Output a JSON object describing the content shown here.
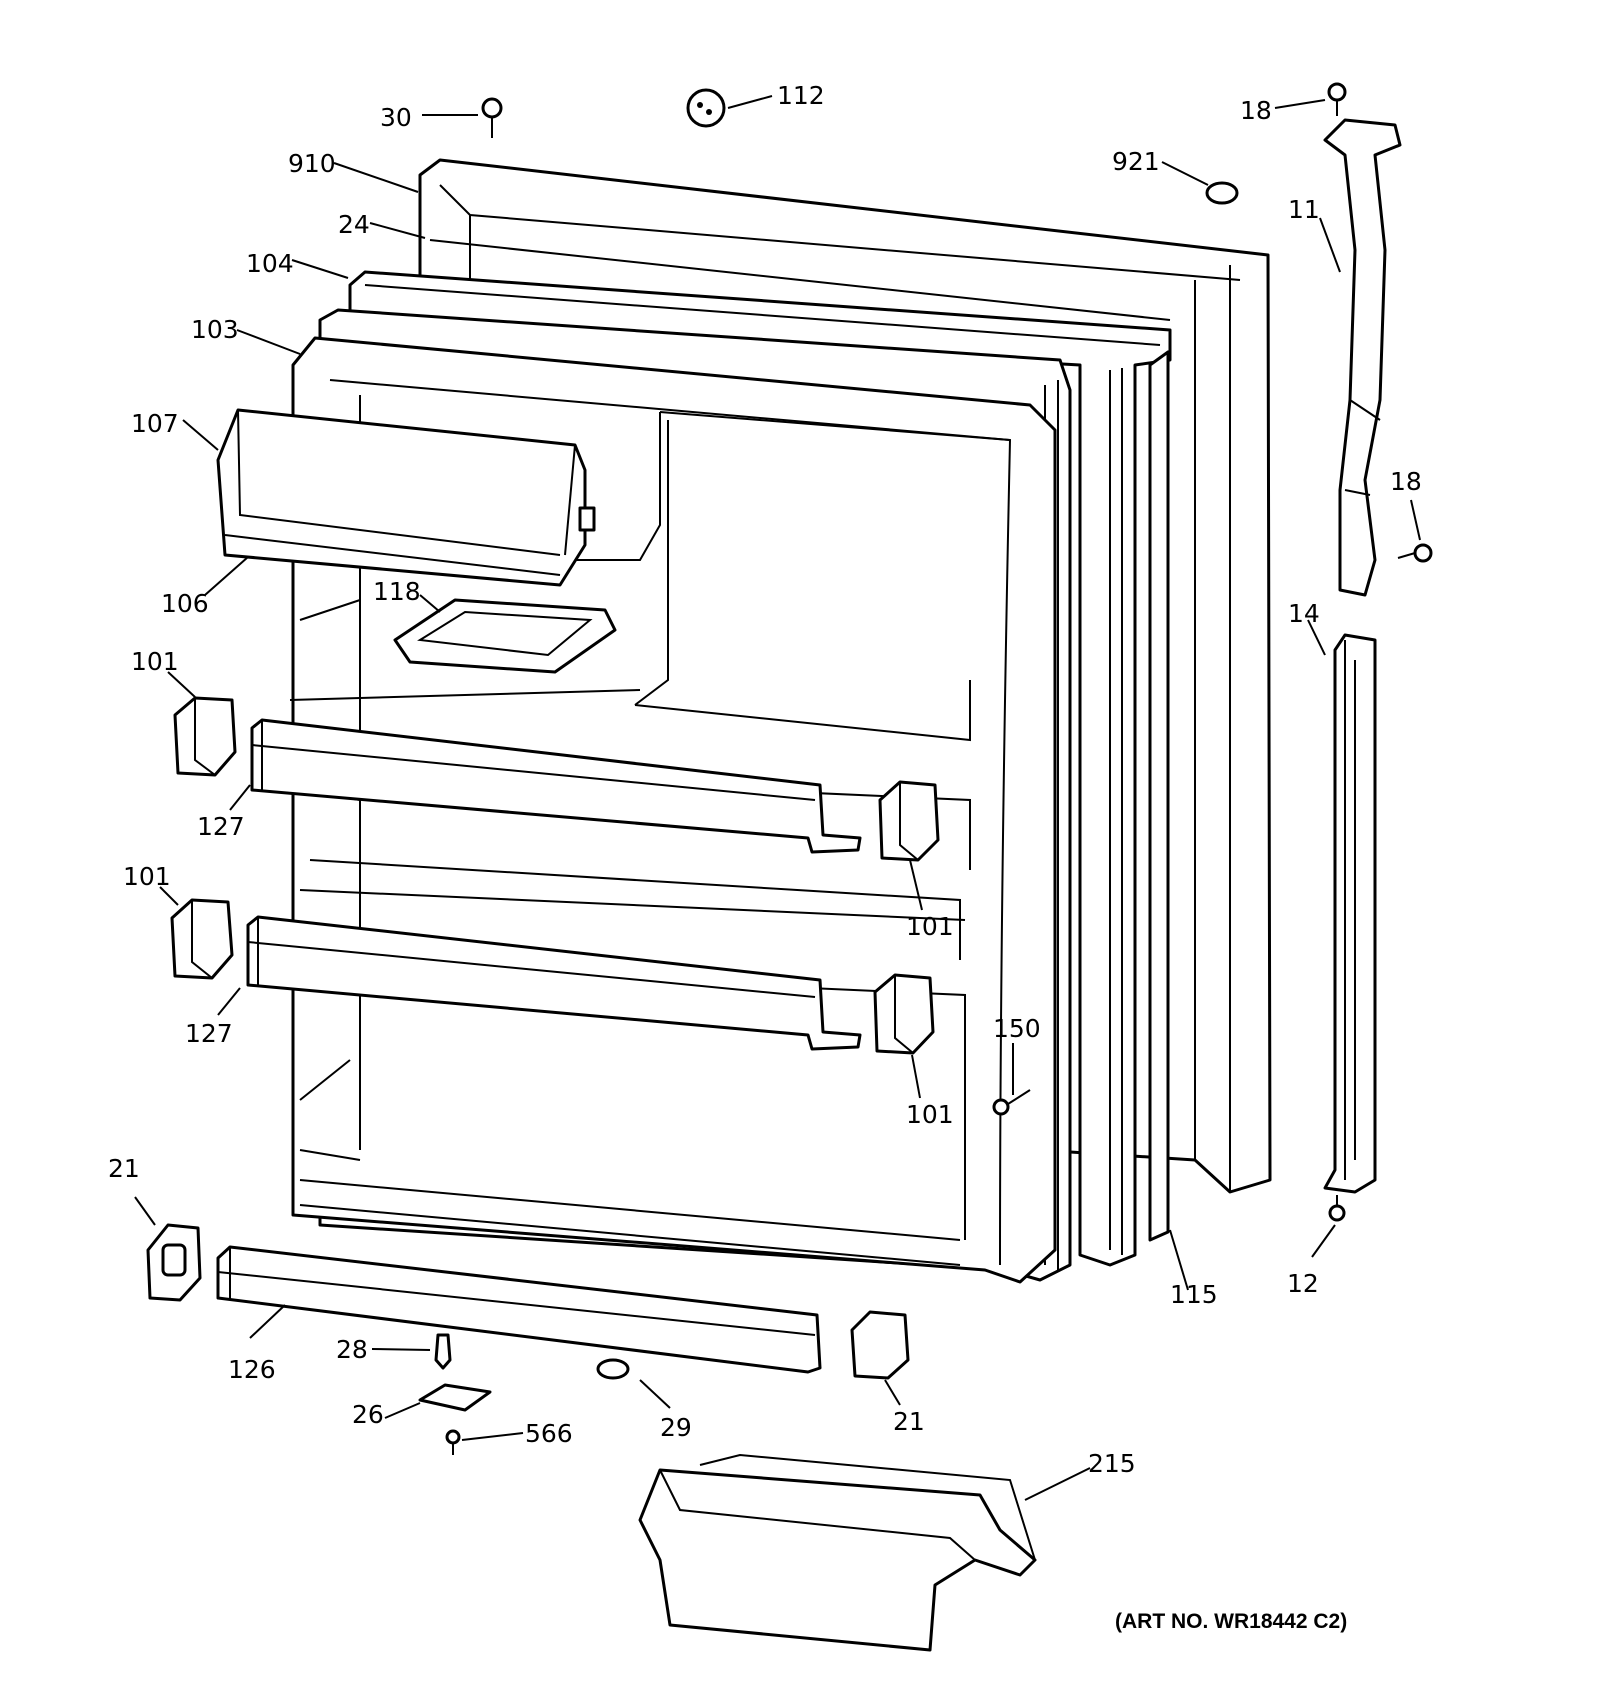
{
  "diagram": {
    "art_number": "(ART NO. WR18442 C2)",
    "callouts": {
      "c30": "30",
      "c112": "112",
      "c18a": "18",
      "c910": "910",
      "c921": "921",
      "c24": "24",
      "c11": "11",
      "c104": "104",
      "c103": "103",
      "c107": "107",
      "c18b": "18",
      "c106": "106",
      "c118": "118",
      "c14": "14",
      "c101a": "101",
      "c127a": "127",
      "c101b": "101",
      "c101c": "101",
      "c127b": "127",
      "c150": "150",
      "c101d": "101",
      "c21a": "21",
      "c115": "115",
      "c12": "12",
      "c28": "28",
      "c126": "126",
      "c21b": "21",
      "c26": "26",
      "c566": "566",
      "c29": "29",
      "c215": "215"
    }
  }
}
